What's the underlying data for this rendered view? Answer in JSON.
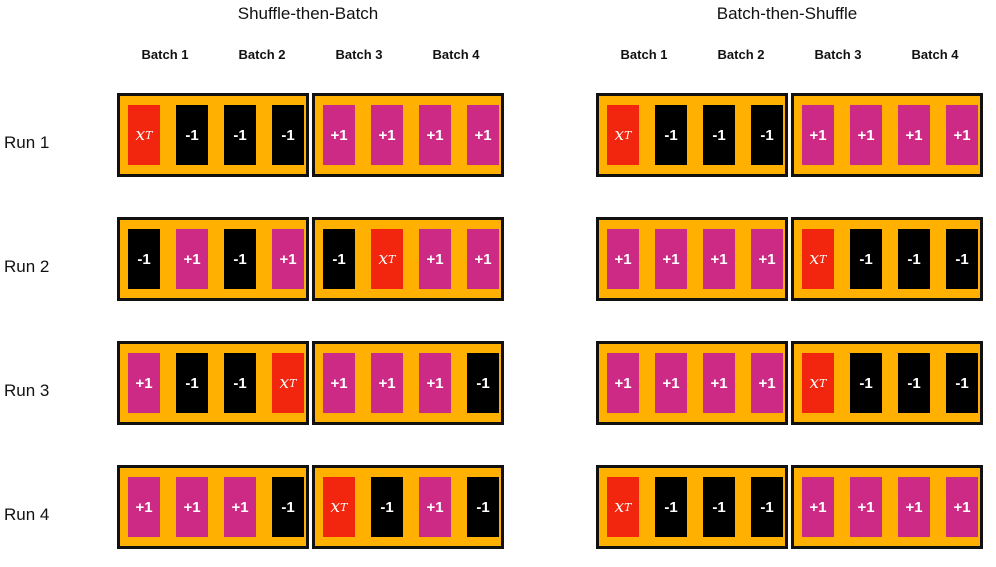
{
  "panels": [
    {
      "title": "Shuffle-then-Batch",
      "batch_labels": [
        "Batch 1",
        "Batch 2",
        "Batch 3",
        "Batch 4"
      ],
      "runs": [
        {
          "label": "Run 1",
          "groups": [
            [
              "xT",
              "-1",
              "-1",
              "-1"
            ],
            [
              "+1",
              "+1",
              "+1",
              "+1"
            ]
          ]
        },
        {
          "label": "Run 2",
          "groups": [
            [
              "-1",
              "+1",
              "-1",
              "+1"
            ],
            [
              "-1",
              "xT",
              "+1",
              "+1"
            ]
          ]
        },
        {
          "label": "Run 3",
          "groups": [
            [
              "+1",
              "-1",
              "-1",
              "xT"
            ],
            [
              "+1",
              "+1",
              "+1",
              "-1"
            ]
          ]
        },
        {
          "label": "Run 4",
          "groups": [
            [
              "+1",
              "+1",
              "+1",
              "-1"
            ],
            [
              "xT",
              "-1",
              "+1",
              "-1"
            ]
          ]
        }
      ]
    },
    {
      "title": "Batch-then-Shuffle",
      "batch_labels": [
        "Batch 1",
        "Batch 2",
        "Batch 3",
        "Batch 4"
      ],
      "runs": [
        {
          "label": "Run 1",
          "groups": [
            [
              "xT",
              "-1",
              "-1",
              "-1"
            ],
            [
              "+1",
              "+1",
              "+1",
              "+1"
            ]
          ]
        },
        {
          "label": "Run 2",
          "groups": [
            [
              "+1",
              "+1",
              "+1",
              "+1"
            ],
            [
              "xT",
              "-1",
              "-1",
              "-1"
            ]
          ]
        },
        {
          "label": "Run 3",
          "groups": [
            [
              "+1",
              "+1",
              "+1",
              "+1"
            ],
            [
              "xT",
              "-1",
              "-1",
              "-1"
            ]
          ]
        },
        {
          "label": "Run 4",
          "groups": [
            [
              "xT",
              "-1",
              "-1",
              "-1"
            ],
            [
              "+1",
              "+1",
              "+1",
              "+1"
            ]
          ]
        }
      ]
    }
  ],
  "target_symbol": {
    "base": "x",
    "subscript": "T"
  },
  "colors": {
    "batch_background": "#FFB000",
    "negative": "#000000",
    "positive": "#CC2A84",
    "target": "#F2250E",
    "border": "#111111"
  }
}
